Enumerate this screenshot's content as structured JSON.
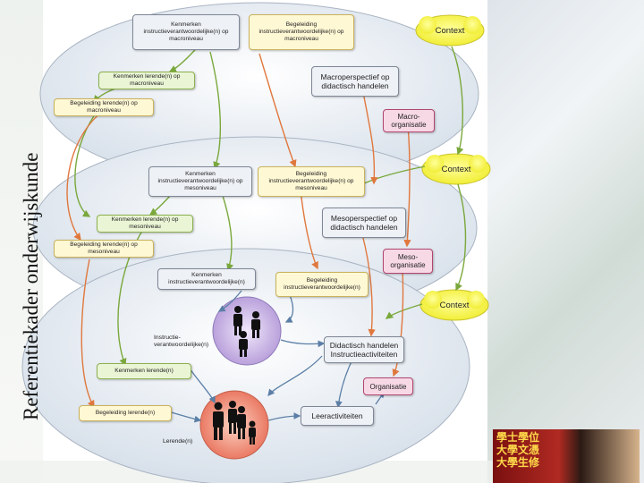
{
  "title": "Referentiekader onderwijskunde",
  "macro": {
    "kenmerken_instructie": "Kenmerken instructieverantwoordelijke(n) op macroniveau",
    "begeleiding_instructie": "Begeleiding instructieverantwoordelijke(n) op macroniveau",
    "kenmerken_lerende": "Kenmerken lerende(n) op macroniveau",
    "begeleiding_lerende": "Begeleiding lerende(n) op macroniveau",
    "perspectief": "Macroperspectief op didactisch handelen",
    "organisatie": "Macro-organisatie",
    "context": "Context"
  },
  "meso": {
    "kenmerken_instructie": "Kenmerken instructieverantwoordelijke(n) op mesoniveau",
    "begeleiding_instructie": "Begeleiding instructieverantwoordelijke(n) op mesoniveau",
    "kenmerken_lerende": "Kenmerken lerende(n) op mesoniveau",
    "begeleiding_lerende": "Begeleiding lerende(n) op mesoniveau",
    "perspectief": "Mesoperspectief op didactisch handelen",
    "organisatie": "Meso-organisatie",
    "context": "Context"
  },
  "micro": {
    "kenmerken_instructie": "Kenmerken instructieverantwoordelijke(n)",
    "begeleiding_instructie": "Begeleiding instructieverantwoordelijke(n)",
    "instructie_label": "Instructie-verantwoordelijke(n)",
    "kenmerken_lerende": "Kenmerken lerende(n)",
    "begeleiding_lerende": "Begeleiding lerende(n)",
    "lerende_label": "Lerende(n)",
    "didactisch": "Didactisch handelen Instructieactiviteiten",
    "organisatie": "Organisatie",
    "leeractiviteiten": "Leeractiviteiten",
    "context": "Context"
  },
  "photo_text": "學士學位\n大學文憑\n大學生修",
  "colors": {
    "green_arrow": "#7aa83c",
    "orange_arrow": "#e0783e",
    "blue_arrow": "#5b7fa6",
    "cloud_yellow": "#f3f14a",
    "instructor_circle": "#c9b6e6",
    "learner_circle": "#ef8f7a"
  }
}
